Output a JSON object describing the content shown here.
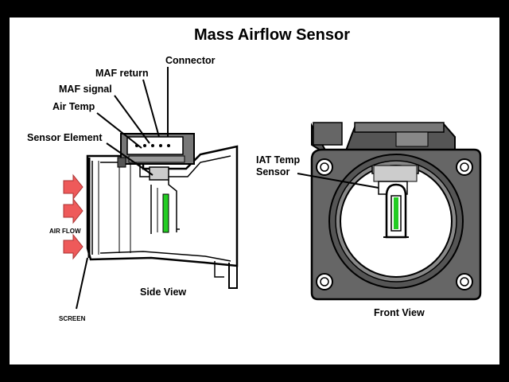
{
  "title": "Mass Airflow Sensor",
  "labels": {
    "connector": "Connector",
    "maf_return": "MAF return",
    "maf_signal": "MAF signal",
    "air_temp": "Air Temp",
    "sensor_element": "Sensor Element",
    "air_flow": "AIR FLOW",
    "screen": "SCREEN",
    "side_view": "Side View",
    "iat_temp_line1": "IAT Temp",
    "iat_temp_line2": "Sensor",
    "front_view": "Front View"
  },
  "colors": {
    "arrow_fill": "#ee5a5a",
    "element_green": "#22cc22",
    "body_gray": "#666666",
    "dark_gray": "#333333",
    "background": "#ffffff",
    "frame": "#000000"
  },
  "icons": {
    "flow_arrow": "right-arrow-icon",
    "bolt_hole": "bolt-hole-icon"
  }
}
